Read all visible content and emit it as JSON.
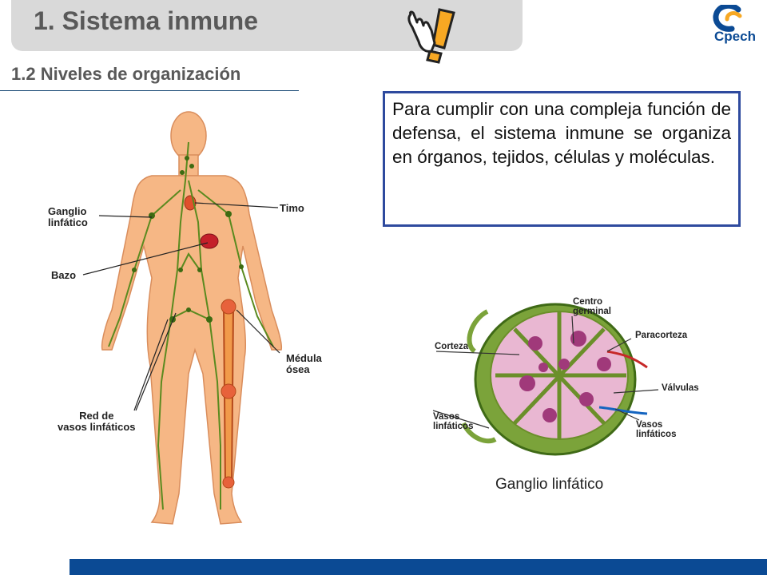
{
  "header": {
    "title": "1. Sistema inmune",
    "logo_text": "Cpech"
  },
  "section": {
    "subtitle": "1.2 Niveles de organización"
  },
  "textbox": {
    "text": "Para cumplir con una compleja función de defensa, el sistema inmune se organiza en órganos, tejidos, células y moléculas."
  },
  "body_figure": {
    "labels": {
      "ganglio_line1": "Ganglio",
      "ganglio_line2": "linfático",
      "timo": "Timo",
      "bazo": "Bazo",
      "medula_line1": "Médula",
      "medula_line2": "ósea",
      "red_line1": "Red de",
      "red_line2": "vasos linfáticos"
    }
  },
  "node_figure": {
    "labels": {
      "centro_line1": "Centro",
      "centro_line2": "germinal",
      "paracorteza": "Paracorteza",
      "corteza": "Corteza",
      "valvulas": "Válvulas",
      "vasos_left_line1": "Vasos",
      "vasos_left_line2": "linfáticos",
      "vasos_right_line1": "Vasos",
      "vasos_right_line2": "linfáticos"
    },
    "caption": "Ganglio linfático"
  },
  "colors": {
    "accent": "#0b4a94",
    "textbox_border": "#2e4a9e",
    "title_gray": "#595959",
    "title_bar": "#d9d9d9"
  },
  "icons": [
    "pointing-hand-icon",
    "exclamation-icon",
    "cpech-logo"
  ]
}
